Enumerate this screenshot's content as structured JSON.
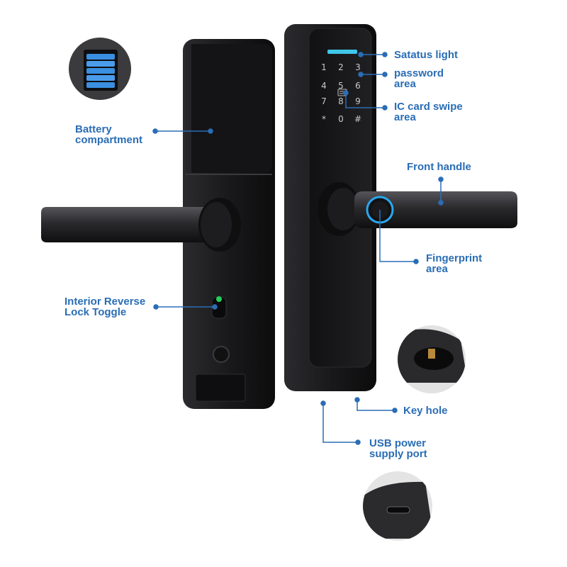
{
  "labels": {
    "status_light": "Satatus light",
    "password_area": [
      "password",
      "area"
    ],
    "ic_card": [
      "IC card swipe",
      "area"
    ],
    "battery": [
      "Battery",
      "compartment"
    ],
    "front_handle": "Front handle",
    "fingerprint": [
      "Fingerprint",
      "area"
    ],
    "reverse_lock": [
      "Interior Reverse",
      "Lock Toggle"
    ],
    "key_hole": "Key hole",
    "usb": [
      "USB power",
      "supply port"
    ]
  },
  "keypad": [
    "1",
    "2",
    "3",
    "4",
    "5",
    "6",
    "7",
    "8",
    "9",
    "*",
    "0",
    "#"
  ],
  "colors": {
    "label": "#2a6db5",
    "lock_body": "#1a1a1c",
    "status_light": "#3fc6e8",
    "fingerprint_ring": "#29a8ef",
    "indicator_led": "#22d15a",
    "battery_cells": "#3a8fe0"
  },
  "icons": [
    "battery-cells-icon",
    "fingerprint-icon",
    "key-hole-icon",
    "usb-port-icon",
    "card-reader-icon"
  ]
}
